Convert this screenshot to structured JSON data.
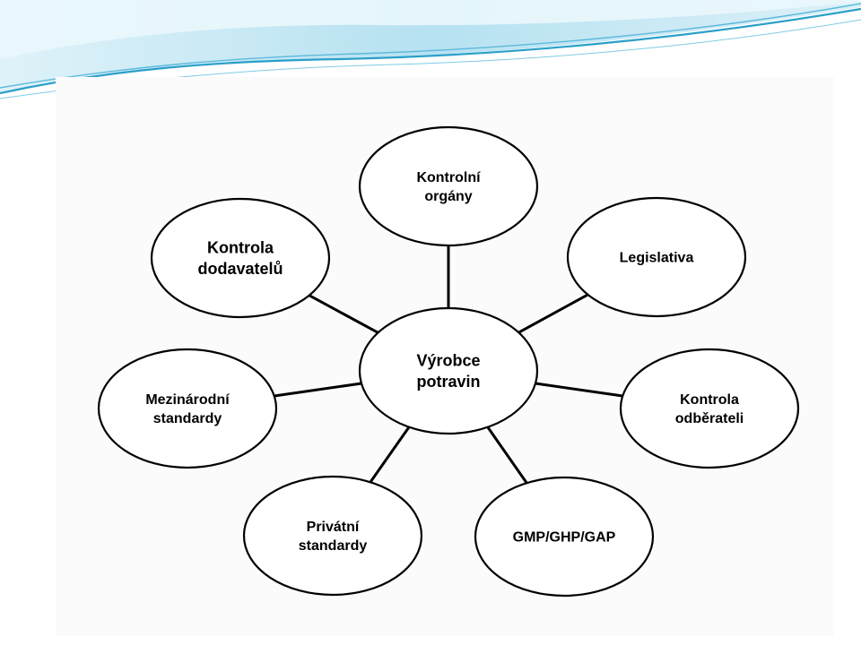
{
  "colors": {
    "banner_dark": "#2a9fc9",
    "banner_light": "#bfe6f4",
    "diagram_stroke": "#000000",
    "diagram_fill": "#ffffff"
  },
  "diagram": {
    "center": {
      "id": "center",
      "lines": [
        "Výrobce",
        "potravin"
      ]
    },
    "nodes": [
      {
        "id": "kontrolni-organy",
        "lines": [
          "Kontrolní",
          "orgány"
        ]
      },
      {
        "id": "legislativa",
        "lines": [
          "Legislativa"
        ]
      },
      {
        "id": "kontrola-odberateli",
        "lines": [
          "Kontrola",
          "odběrateli"
        ]
      },
      {
        "id": "gmp-ghp-gap",
        "lines": [
          "GMP/GHP/GAP"
        ]
      },
      {
        "id": "privatni-standardy",
        "lines": [
          "Privátní",
          "standardy"
        ]
      },
      {
        "id": "mezinarodni-standardy",
        "lines": [
          "Mezinárodní",
          "standardy"
        ]
      },
      {
        "id": "kontrola-dodavatelu",
        "lines": [
          "Kontrola",
          "dodavatelů"
        ]
      }
    ],
    "edges": [
      [
        "center",
        "kontrolni-organy"
      ],
      [
        "center",
        "legislativa"
      ],
      [
        "center",
        "kontrola-odberateli"
      ],
      [
        "center",
        "gmp-ghp-gap"
      ],
      [
        "center",
        "privatni-standardy"
      ],
      [
        "center",
        "mezinarodni-standardy"
      ],
      [
        "center",
        "kontrola-dodavatelu"
      ]
    ]
  }
}
